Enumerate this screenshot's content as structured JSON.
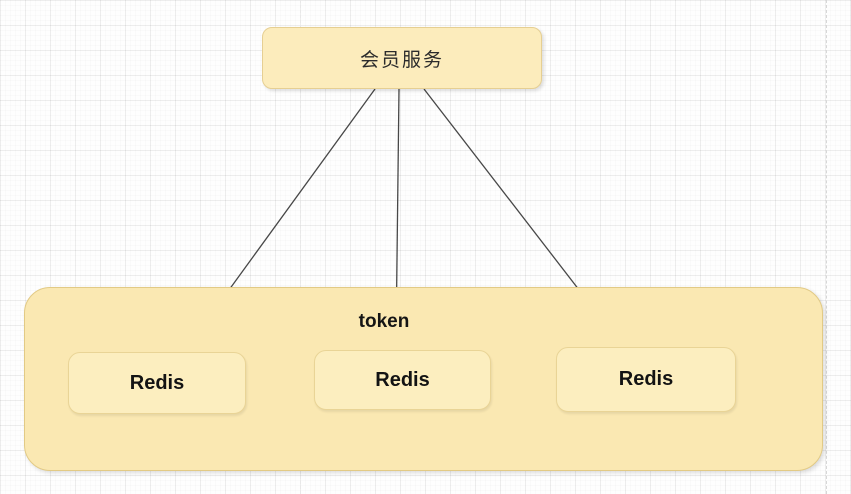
{
  "diagram": {
    "title_node": {
      "label": "会员服务"
    },
    "group": {
      "label": "token"
    },
    "nodes": [
      {
        "label": "Redis"
      },
      {
        "label": "Redis"
      },
      {
        "label": "Redis"
      }
    ],
    "edges": [
      {
        "from": "会员服务",
        "to": "Redis-1"
      },
      {
        "from": "会员服务",
        "to": "Redis-2"
      },
      {
        "from": "会员服务",
        "to": "Redis-3"
      }
    ],
    "colors": {
      "node_fill": "#fcecbc",
      "node_border": "#e6cf92",
      "group_fill": "#fae8b2",
      "group_border": "#e2ca85",
      "arrow": "#474747",
      "text": "#1f1f1f",
      "background": "#fefefe",
      "grid_line": "#f2f2f2"
    }
  }
}
